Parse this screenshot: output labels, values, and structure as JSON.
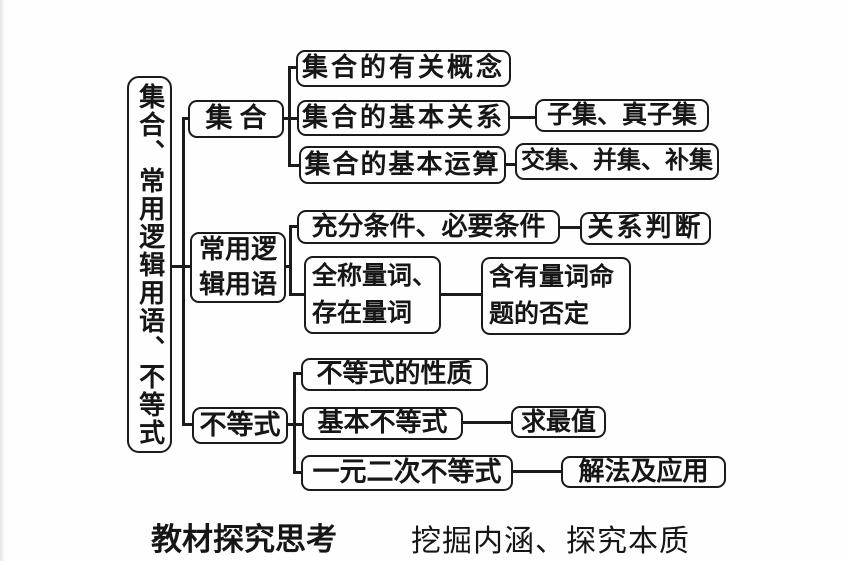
{
  "mindmap": {
    "root": "集合、常用逻辑用语、不等式",
    "branches": [
      {
        "label": "集合",
        "children": [
          {
            "label": "集合的有关概念",
            "tail": ""
          },
          {
            "label": "集合的基本关系",
            "tail": "子集、真子集"
          },
          {
            "label": "集合的基本运算",
            "tail": "交集、并集、补集"
          }
        ]
      },
      {
        "label": "常用逻辑用语",
        "children": [
          {
            "label": "充分条件、必要条件",
            "tail": "关系判断"
          },
          {
            "label": "全称量词、\n存在量词",
            "tail": "含有量词命\n题的否定"
          }
        ]
      },
      {
        "label": "不等式",
        "children": [
          {
            "label": "不等式的性质",
            "tail": ""
          },
          {
            "label": "基本不等式",
            "tail": "求最值"
          },
          {
            "label": "一元二次不等式",
            "tail": "解法及应用"
          }
        ]
      }
    ]
  },
  "footer": {
    "heading": "教材探究思考",
    "note": "挖掘内涵、探究本质"
  },
  "colors": {
    "ink": "#1b1b1b",
    "paper": "#fefefe"
  }
}
